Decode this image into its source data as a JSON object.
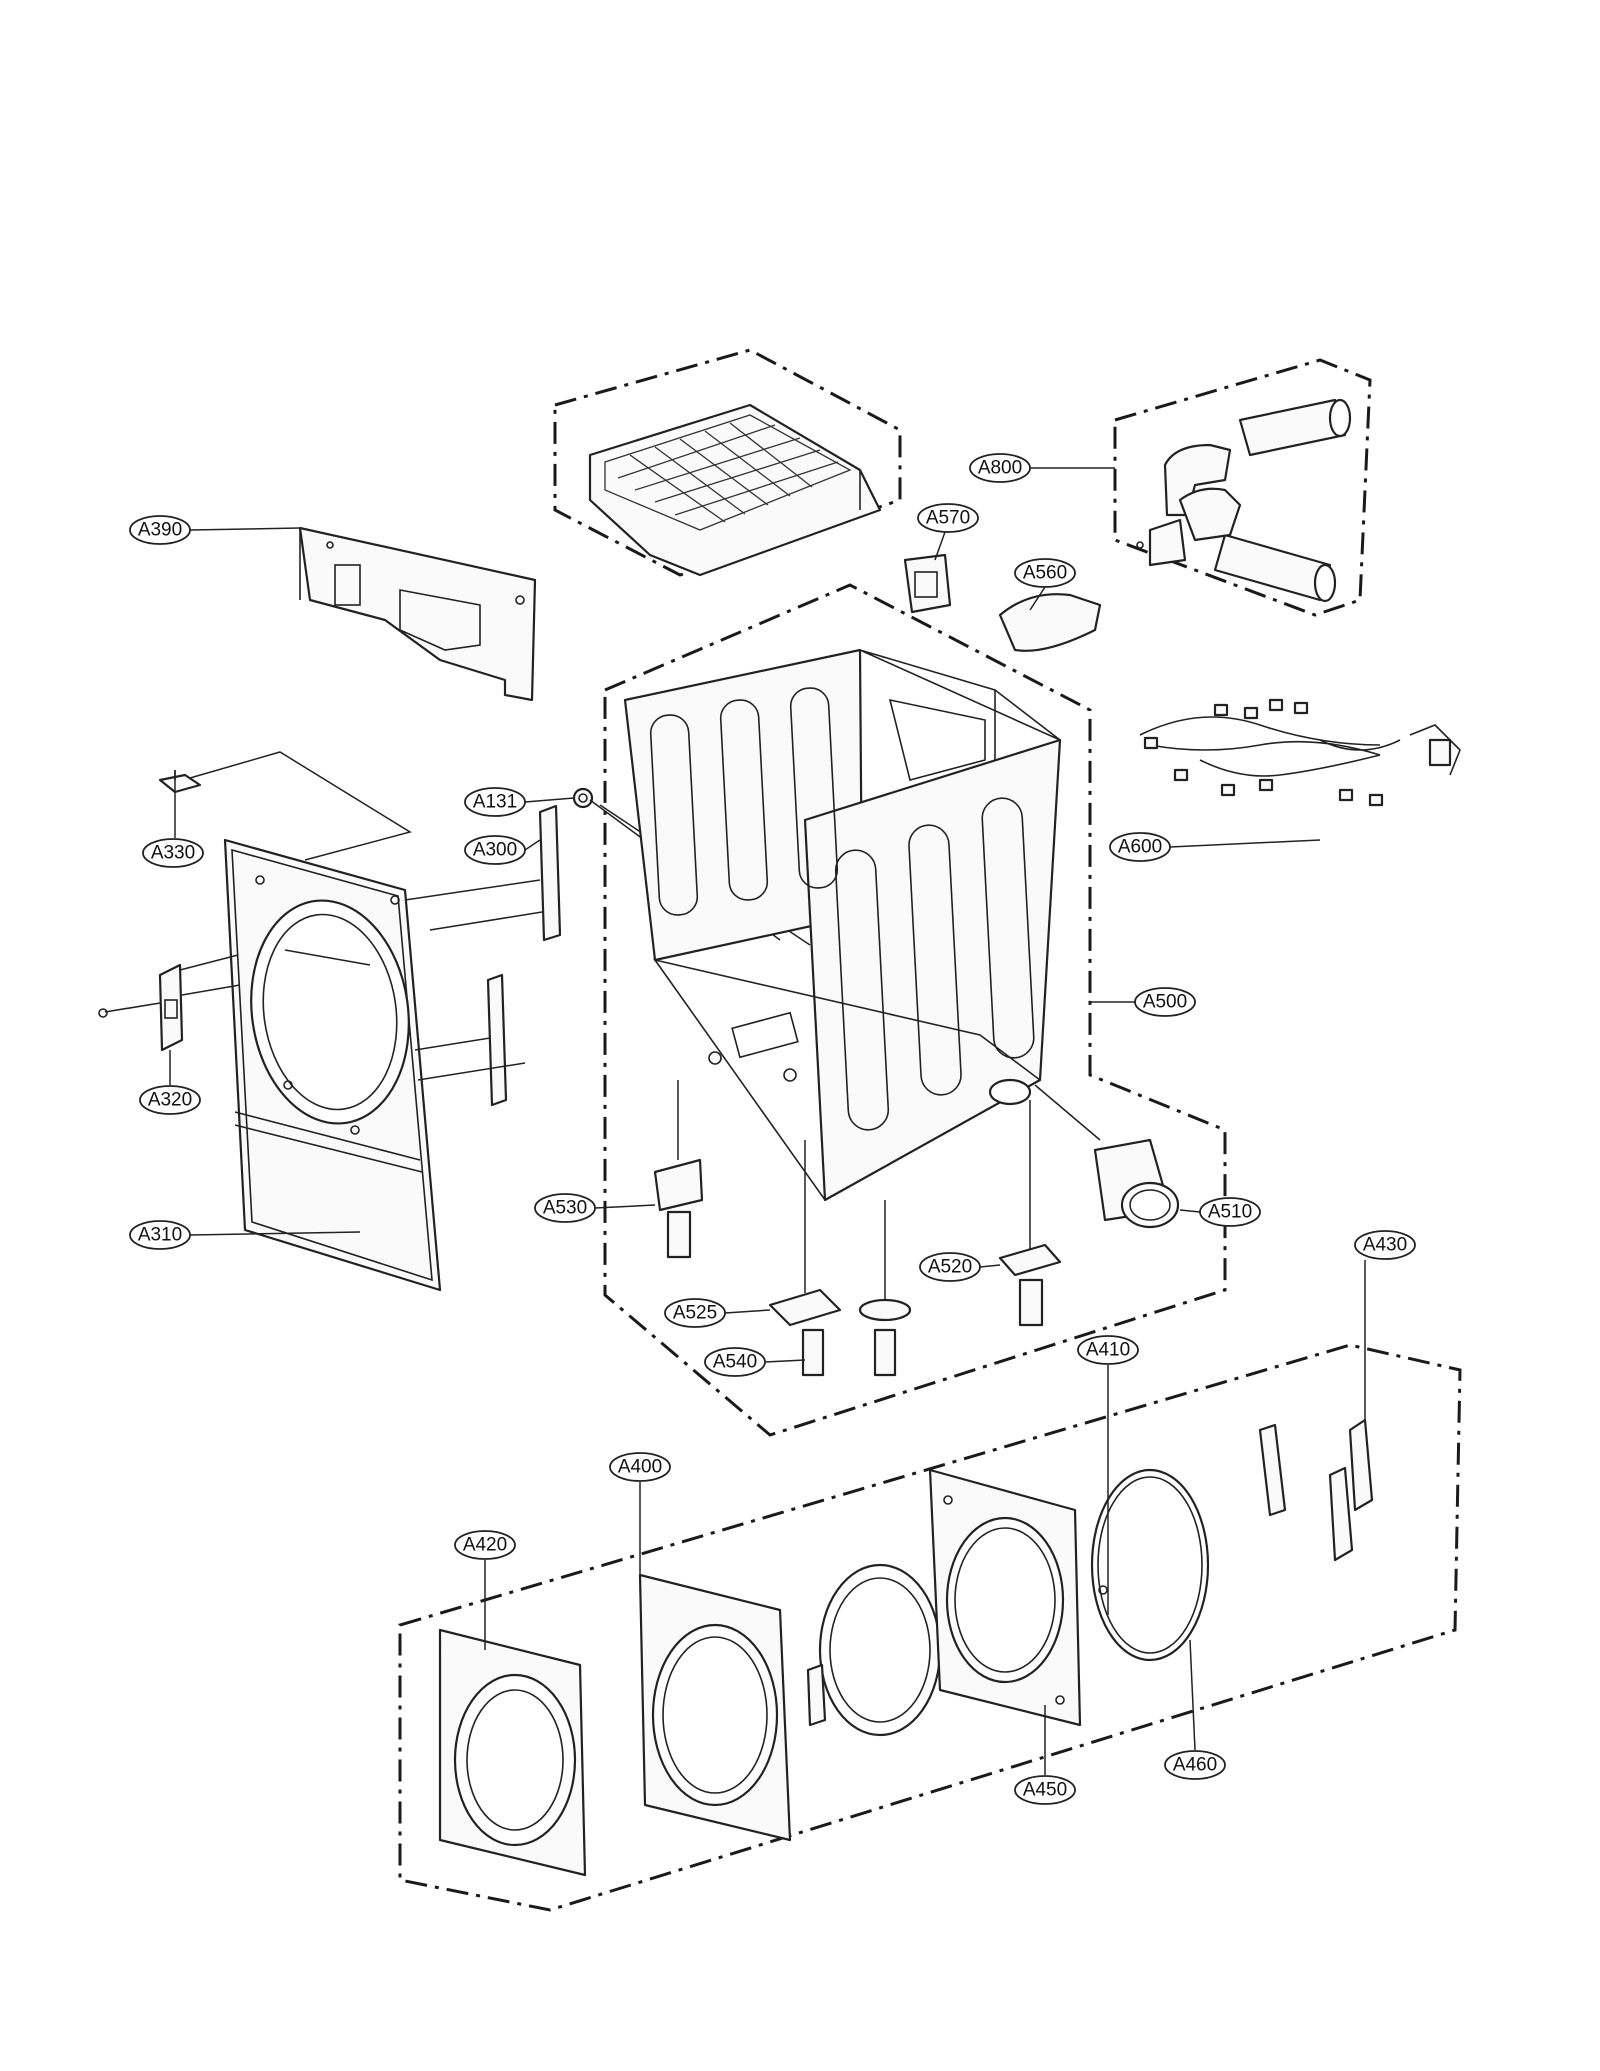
{
  "callouts": {
    "A390": "A390",
    "A330": "A330",
    "A320": "A320",
    "A310": "A310",
    "A300": "A300",
    "A131": "A131",
    "A570": "A570",
    "A560": "A560",
    "A800": "A800",
    "A600": "A600",
    "A500": "A500",
    "A530": "A530",
    "A510": "A510",
    "A520": "A520",
    "A525": "A525",
    "A540": "A540",
    "A430": "A430",
    "A410": "A410",
    "A400": "A400",
    "A420": "A420",
    "A450": "A450",
    "A460": "A460"
  }
}
